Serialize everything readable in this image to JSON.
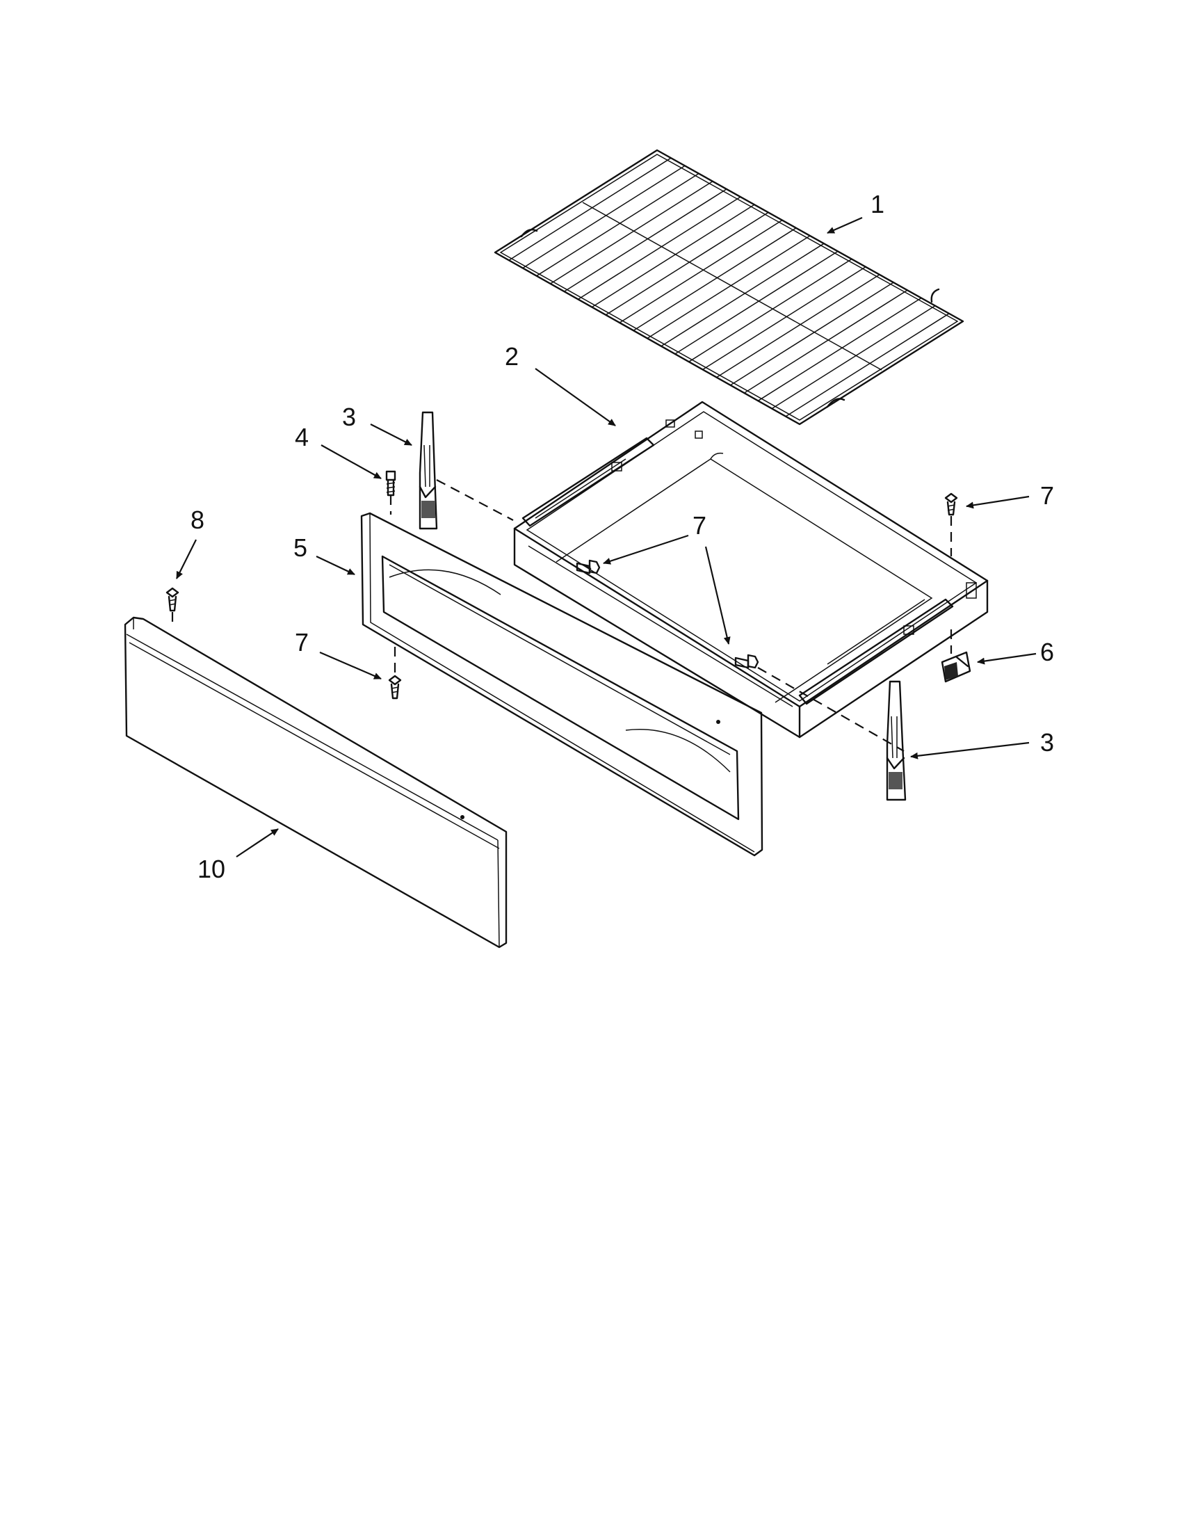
{
  "diagram": {
    "type": "exploded-parts-view",
    "callouts": {
      "c1": "1",
      "c2": "2",
      "c3a": "3",
      "c3b": "3",
      "c4": "4",
      "c5": "5",
      "c6": "6",
      "c7a": "7",
      "c7b": "7",
      "c7c": "7",
      "c8": "8",
      "c10": "10"
    },
    "colors": {
      "line": "#111111",
      "background": "#ffffff",
      "part_fill": "#ffffff",
      "shade": "#444444"
    }
  }
}
